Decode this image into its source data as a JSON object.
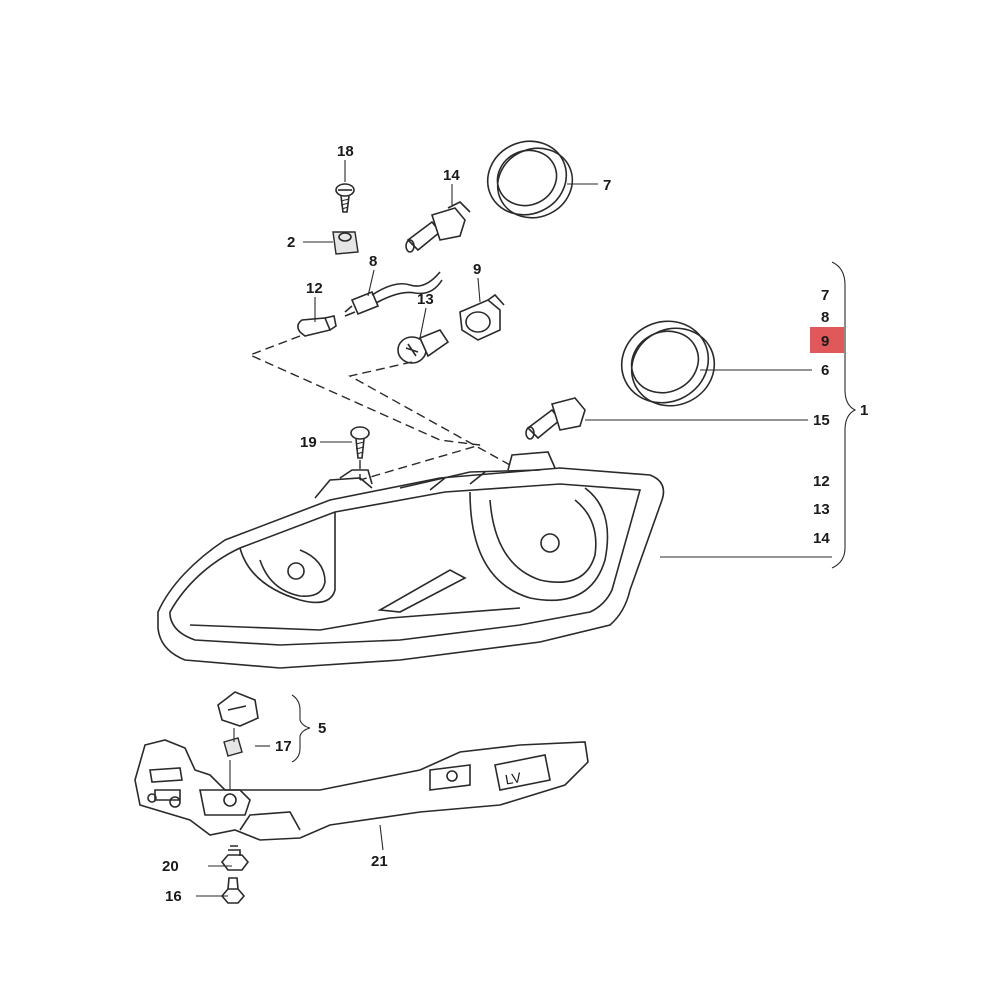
{
  "diagram": {
    "highlight_color": "#e0585a",
    "callouts": {
      "n18": "18",
      "n14": "14",
      "n7": "7",
      "n2": "2",
      "n8": "8",
      "n9": "9",
      "n12": "12",
      "n13": "13",
      "n19": "19",
      "n15": "15",
      "n5": "5",
      "n17": "17",
      "n20": "20",
      "n16": "16",
      "n21": "21"
    },
    "group_list": {
      "items": [
        "7",
        "8",
        "9",
        "6"
      ],
      "highlighted": "9",
      "item15": "15",
      "group_number": "1",
      "bulbs": [
        "12",
        "13",
        "14"
      ]
    }
  }
}
